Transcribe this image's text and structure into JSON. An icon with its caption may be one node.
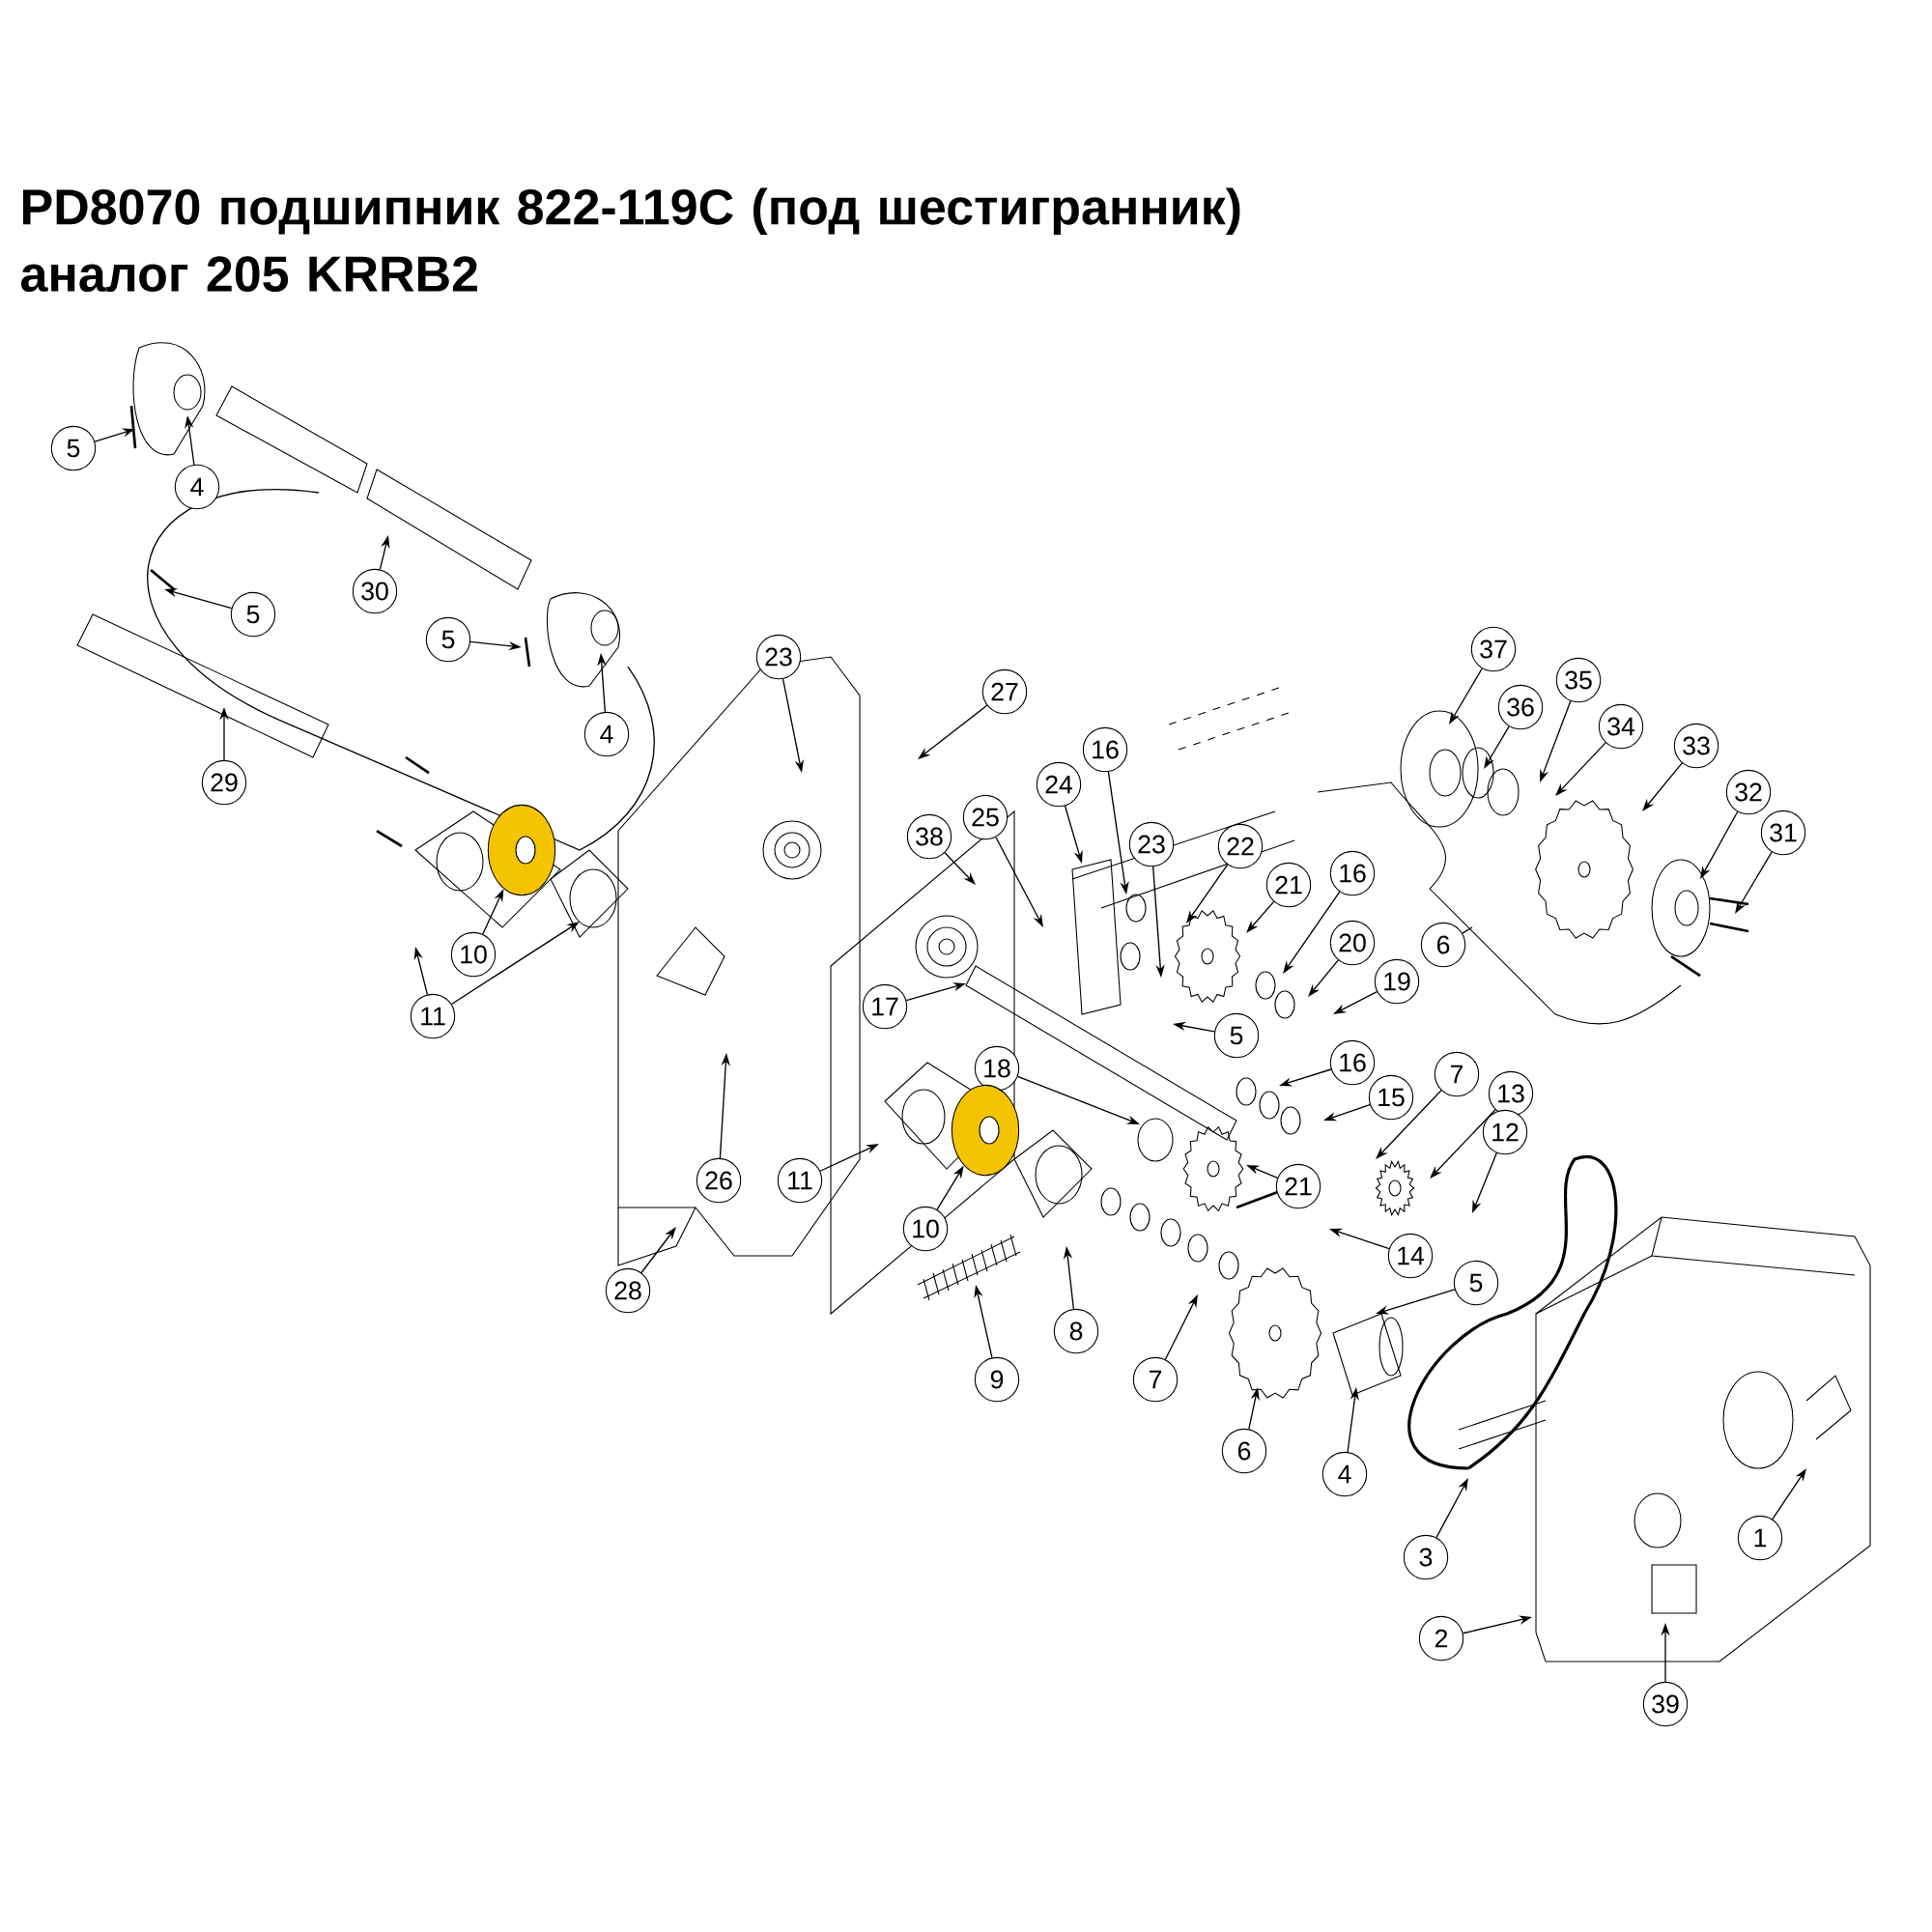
{
  "diagram": {
    "title": "PD8070 подшипник 822-119C (под шестигранник) аналог 205 KRRB2",
    "nodes": [
      {
        "text": [
          "5"
        ]
      },
      {
        "text": [
          "4"
        ]
      },
      {
        "text": [
          "30"
        ]
      },
      {
        "text": [
          "5"
        ]
      },
      {
        "text": [
          "5"
        ]
      },
      {
        "text": [
          "4"
        ]
      },
      {
        "text": [
          "29"
        ]
      },
      {
        "text": [
          "23"
        ]
      },
      {
        "text": [
          "27"
        ]
      },
      {
        "text": [
          "16"
        ]
      },
      {
        "text": [
          "24"
        ]
      },
      {
        "text": [
          "25"
        ]
      },
      {
        "text": [
          "38"
        ]
      },
      {
        "text": [
          "23"
        ]
      },
      {
        "text": [
          "22"
        ]
      },
      {
        "text": [
          "21"
        ]
      },
      {
        "text": [
          "16"
        ]
      },
      {
        "text": [
          "20"
        ]
      },
      {
        "text": [
          "19"
        ]
      },
      {
        "text": [
          "6"
        ]
      },
      {
        "text": [
          "5"
        ]
      },
      {
        "text": [
          "17"
        ]
      },
      {
        "text": [
          "16"
        ]
      },
      {
        "text": [
          "18"
        ]
      },
      {
        "text": [
          "15"
        ]
      },
      {
        "text": [
          "7"
        ]
      },
      {
        "text": [
          "13"
        ]
      },
      {
        "text": [
          "12"
        ]
      },
      {
        "text": [
          "21"
        ]
      },
      {
        "text": [
          "11"
        ]
      },
      {
        "text": [
          "10"
        ]
      },
      {
        "text": [
          "26"
        ]
      },
      {
        "text": [
          "14"
        ]
      },
      {
        "text": [
          "5"
        ]
      },
      {
        "text": [
          "28"
        ]
      },
      {
        "text": [
          "8"
        ]
      },
      {
        "text": [
          "9"
        ]
      },
      {
        "text": [
          "7"
        ]
      },
      {
        "text": [
          "6"
        ]
      },
      {
        "text": [
          "4"
        ]
      },
      {
        "text": [
          "3"
        ]
      },
      {
        "text": [
          "2"
        ]
      },
      {
        "text": [
          "39"
        ]
      },
      {
        "text": [
          "1"
        ]
      },
      {
        "text": [
          "11"
        ]
      },
      {
        "text": [
          "10"
        ]
      },
      {
        "text": [
          "37"
        ]
      },
      {
        "text": [
          "36"
        ]
      },
      {
        "text": [
          "35"
        ]
      },
      {
        "text": [
          "34"
        ]
      },
      {
        "text": [
          "33"
        ]
      },
      {
        "text": [
          "32"
        ]
      },
      {
        "text": [
          "31"
        ]
      },
      {
        "text": [],
        "shape": "circle"
      },
      {
        "text": [],
        "shape": "circle"
      }
    ],
    "edges": [
      {
        "from": 0,
        "to": null,
        "arrow": "to"
      },
      {
        "from": 1,
        "to": null,
        "arrow": "to"
      },
      {
        "from": 2,
        "to": null,
        "arrow": "to"
      },
      {
        "from": 3,
        "to": null,
        "arrow": "to"
      },
      {
        "from": 4,
        "to": null,
        "arrow": "to"
      },
      {
        "from": 5,
        "to": null,
        "arrow": "to"
      },
      {
        "from": 6,
        "to": null,
        "arrow": "to"
      },
      {
        "from": 7,
        "to": null,
        "arrow": "to"
      },
      {
        "from": 8,
        "to": null,
        "arrow": "to"
      },
      {
        "from": 9,
        "to": null,
        "arrow": "to"
      },
      {
        "from": 10,
        "to": null,
        "arrow": "to"
      },
      {
        "from": 11,
        "to": null,
        "arrow": "to"
      },
      {
        "from": 12,
        "to": null,
        "arrow": "to"
      },
      {
        "from": 13,
        "to": null,
        "arrow": "to"
      },
      {
        "from": 14,
        "to": null,
        "arrow": "to"
      },
      {
        "from": 15,
        "to": null,
        "arrow": "to"
      },
      {
        "from": 16,
        "to": null,
        "arrow": "to"
      },
      {
        "from": 17,
        "to": null,
        "arrow": "to"
      },
      {
        "from": 18,
        "to": null,
        "arrow": "to"
      },
      {
        "from": 19,
        "to": null,
        "arrow": "none"
      },
      {
        "from": 20,
        "to": null,
        "arrow": "to"
      },
      {
        "from": 21,
        "to": null,
        "arrow": "to"
      },
      {
        "from": 22,
        "to": null,
        "arrow": "to"
      },
      {
        "from": 23,
        "to": null,
        "arrow": "to"
      },
      {
        "from": 24,
        "to": null,
        "arrow": "to"
      },
      {
        "from": 25,
        "to": null,
        "arrow": "to"
      },
      {
        "from": 26,
        "to": null,
        "arrow": "to"
      },
      {
        "from": 27,
        "to": null,
        "arrow": "to"
      },
      {
        "from": 28,
        "to": null,
        "arrow": "to"
      },
      {
        "from": 29,
        "to": null,
        "arrow": "to"
      },
      {
        "from": 30,
        "to": 54,
        "arrow": "to"
      },
      {
        "from": 31,
        "to": null,
        "arrow": "to"
      },
      {
        "from": 32,
        "to": null,
        "arrow": "to"
      },
      {
        "from": 33,
        "to": null,
        "arrow": "to"
      },
      {
        "from": 34,
        "to": null,
        "arrow": "to"
      },
      {
        "from": 35,
        "to": null,
        "arrow": "to"
      },
      {
        "from": 36,
        "to": null,
        "arrow": "to"
      },
      {
        "from": 37,
        "to": null,
        "arrow": "to"
      },
      {
        "from": 38,
        "to": null,
        "arrow": "to"
      },
      {
        "from": 39,
        "to": null,
        "arrow": "to"
      },
      {
        "from": 40,
        "to": null,
        "arrow": "to"
      },
      {
        "from": 41,
        "to": null,
        "arrow": "to"
      },
      {
        "from": 42,
        "to": null,
        "arrow": "to"
      },
      {
        "from": 43,
        "to": null,
        "arrow": "to"
      },
      {
        "from": 44,
        "to": null,
        "arrow": "to"
      },
      {
        "from": 44,
        "to": null,
        "arrow": "to"
      },
      {
        "from": 45,
        "to": 53,
        "arrow": "to"
      },
      {
        "from": 46,
        "to": null,
        "arrow": "to"
      },
      {
        "from": 47,
        "to": null,
        "arrow": "to"
      },
      {
        "from": 48,
        "to": null,
        "arrow": "to"
      },
      {
        "from": 49,
        "to": null,
        "arrow": "to"
      },
      {
        "from": 50,
        "to": null,
        "arrow": "to"
      },
      {
        "from": 51,
        "to": null,
        "arrow": "to"
      },
      {
        "from": 52,
        "to": null,
        "arrow": "to"
      }
    ]
  }
}
